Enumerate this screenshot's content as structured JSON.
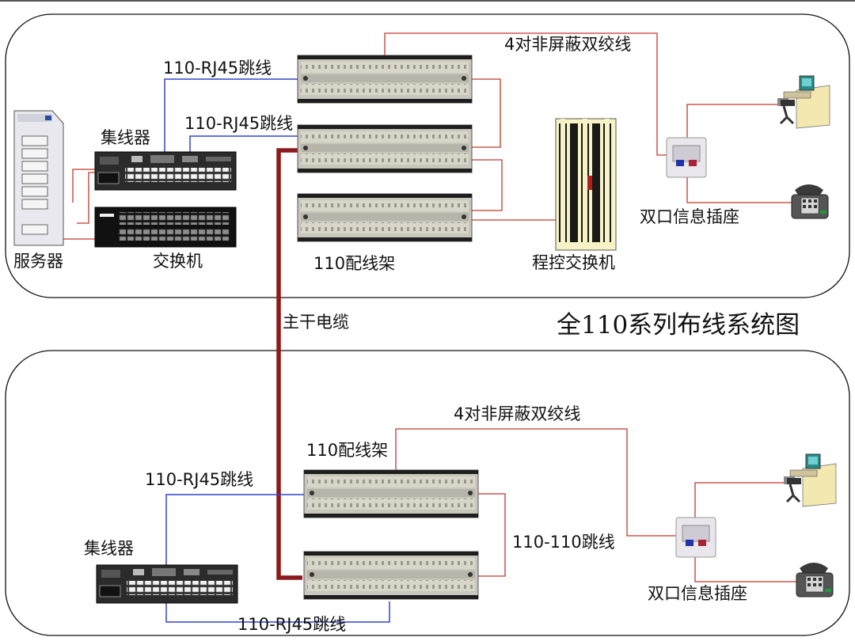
{
  "title": "全110系列布线系统图",
  "top": {
    "cable_110_rj45_a": "110-RJ45跳线",
    "cable_110_rj45_b": "110-RJ45跳线",
    "utp_4pair": "4对非屏蔽双绞线",
    "hub": "集线器",
    "server": "服务器",
    "switch": "交换机",
    "patch_panel": "110配线架",
    "pbx": "程控交换机",
    "outlet": "双口信息插座"
  },
  "backbone": "主干电缆",
  "bottom": {
    "utp_4pair": "4对非屏蔽双绞线",
    "patch_panel": "110配线架",
    "cable_110_rj45_a": "110-RJ45跳线",
    "cable_110_110": "110-110跳线",
    "hub": "集线器",
    "outlet": "双口信息插座",
    "cable_110_rj45_b": "110-RJ45跳线"
  },
  "colors": {
    "red_line": "#c0392b",
    "blue_line": "#3344cc",
    "backbone": "#8b1a1a",
    "panel": "#d9d6cc",
    "device_dark": "#2a2a2a"
  }
}
